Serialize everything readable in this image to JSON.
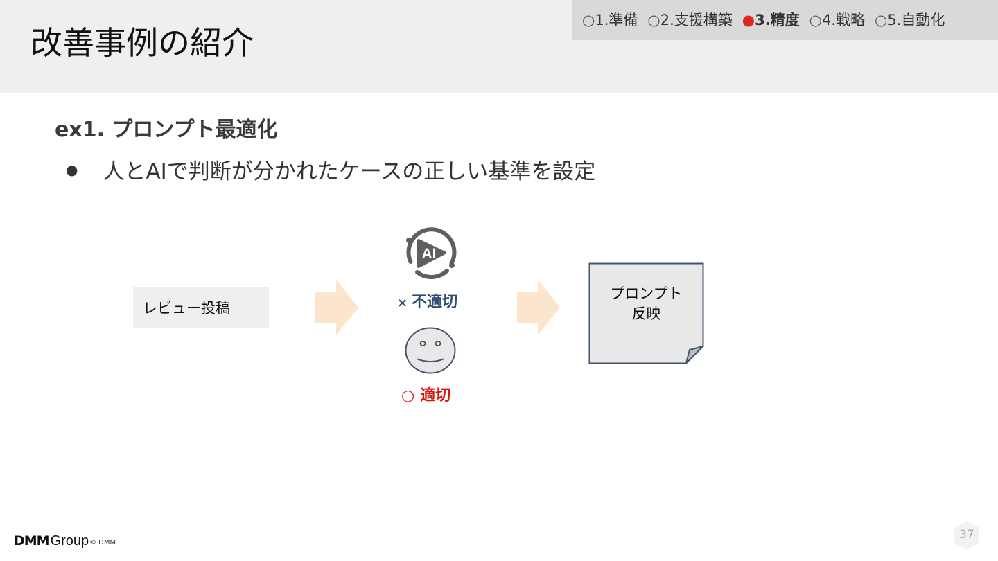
{
  "slide": {
    "title": "改善事例の紹介",
    "page_number": "37"
  },
  "nav": {
    "items": [
      {
        "marker": "○",
        "label": "1.準備",
        "active": false
      },
      {
        "marker": "○",
        "label": "2.支援構築",
        "active": false
      },
      {
        "marker": "●",
        "label": "3.精度",
        "active": true
      },
      {
        "marker": "○",
        "label": "4.戦略",
        "active": false
      },
      {
        "marker": "○",
        "label": "5.自動化",
        "active": false
      }
    ],
    "active_color": "#e0261d"
  },
  "content": {
    "heading": "ex1. プロンプト最適化",
    "bullet_marker": "●",
    "bullet_text": "人とAIで判断が分かれたケースの正しい基準を設定"
  },
  "diagram": {
    "input_label": "レビュー投稿",
    "ai_icon_label": "AI",
    "ai_verdict_mark": "×",
    "ai_verdict_text": "不適切",
    "human_verdict_mark": "○",
    "human_verdict_text": "適切",
    "output_line1": "プロンプト",
    "output_line2": "反映",
    "icons": [
      "ai-cycle-icon",
      "face-icon",
      "arrow-right-icon",
      "document-note-icon"
    ],
    "colors": {
      "arrow": "#fce5cd",
      "ai_verdict": "#2f4d6f",
      "human_verdict": "#d9160c",
      "note_fill": "#e8e8e8",
      "note_border": "#44546a"
    }
  },
  "footer": {
    "logo_main": "DMM",
    "logo_sub": "Group",
    "copyright": "© DMM"
  }
}
